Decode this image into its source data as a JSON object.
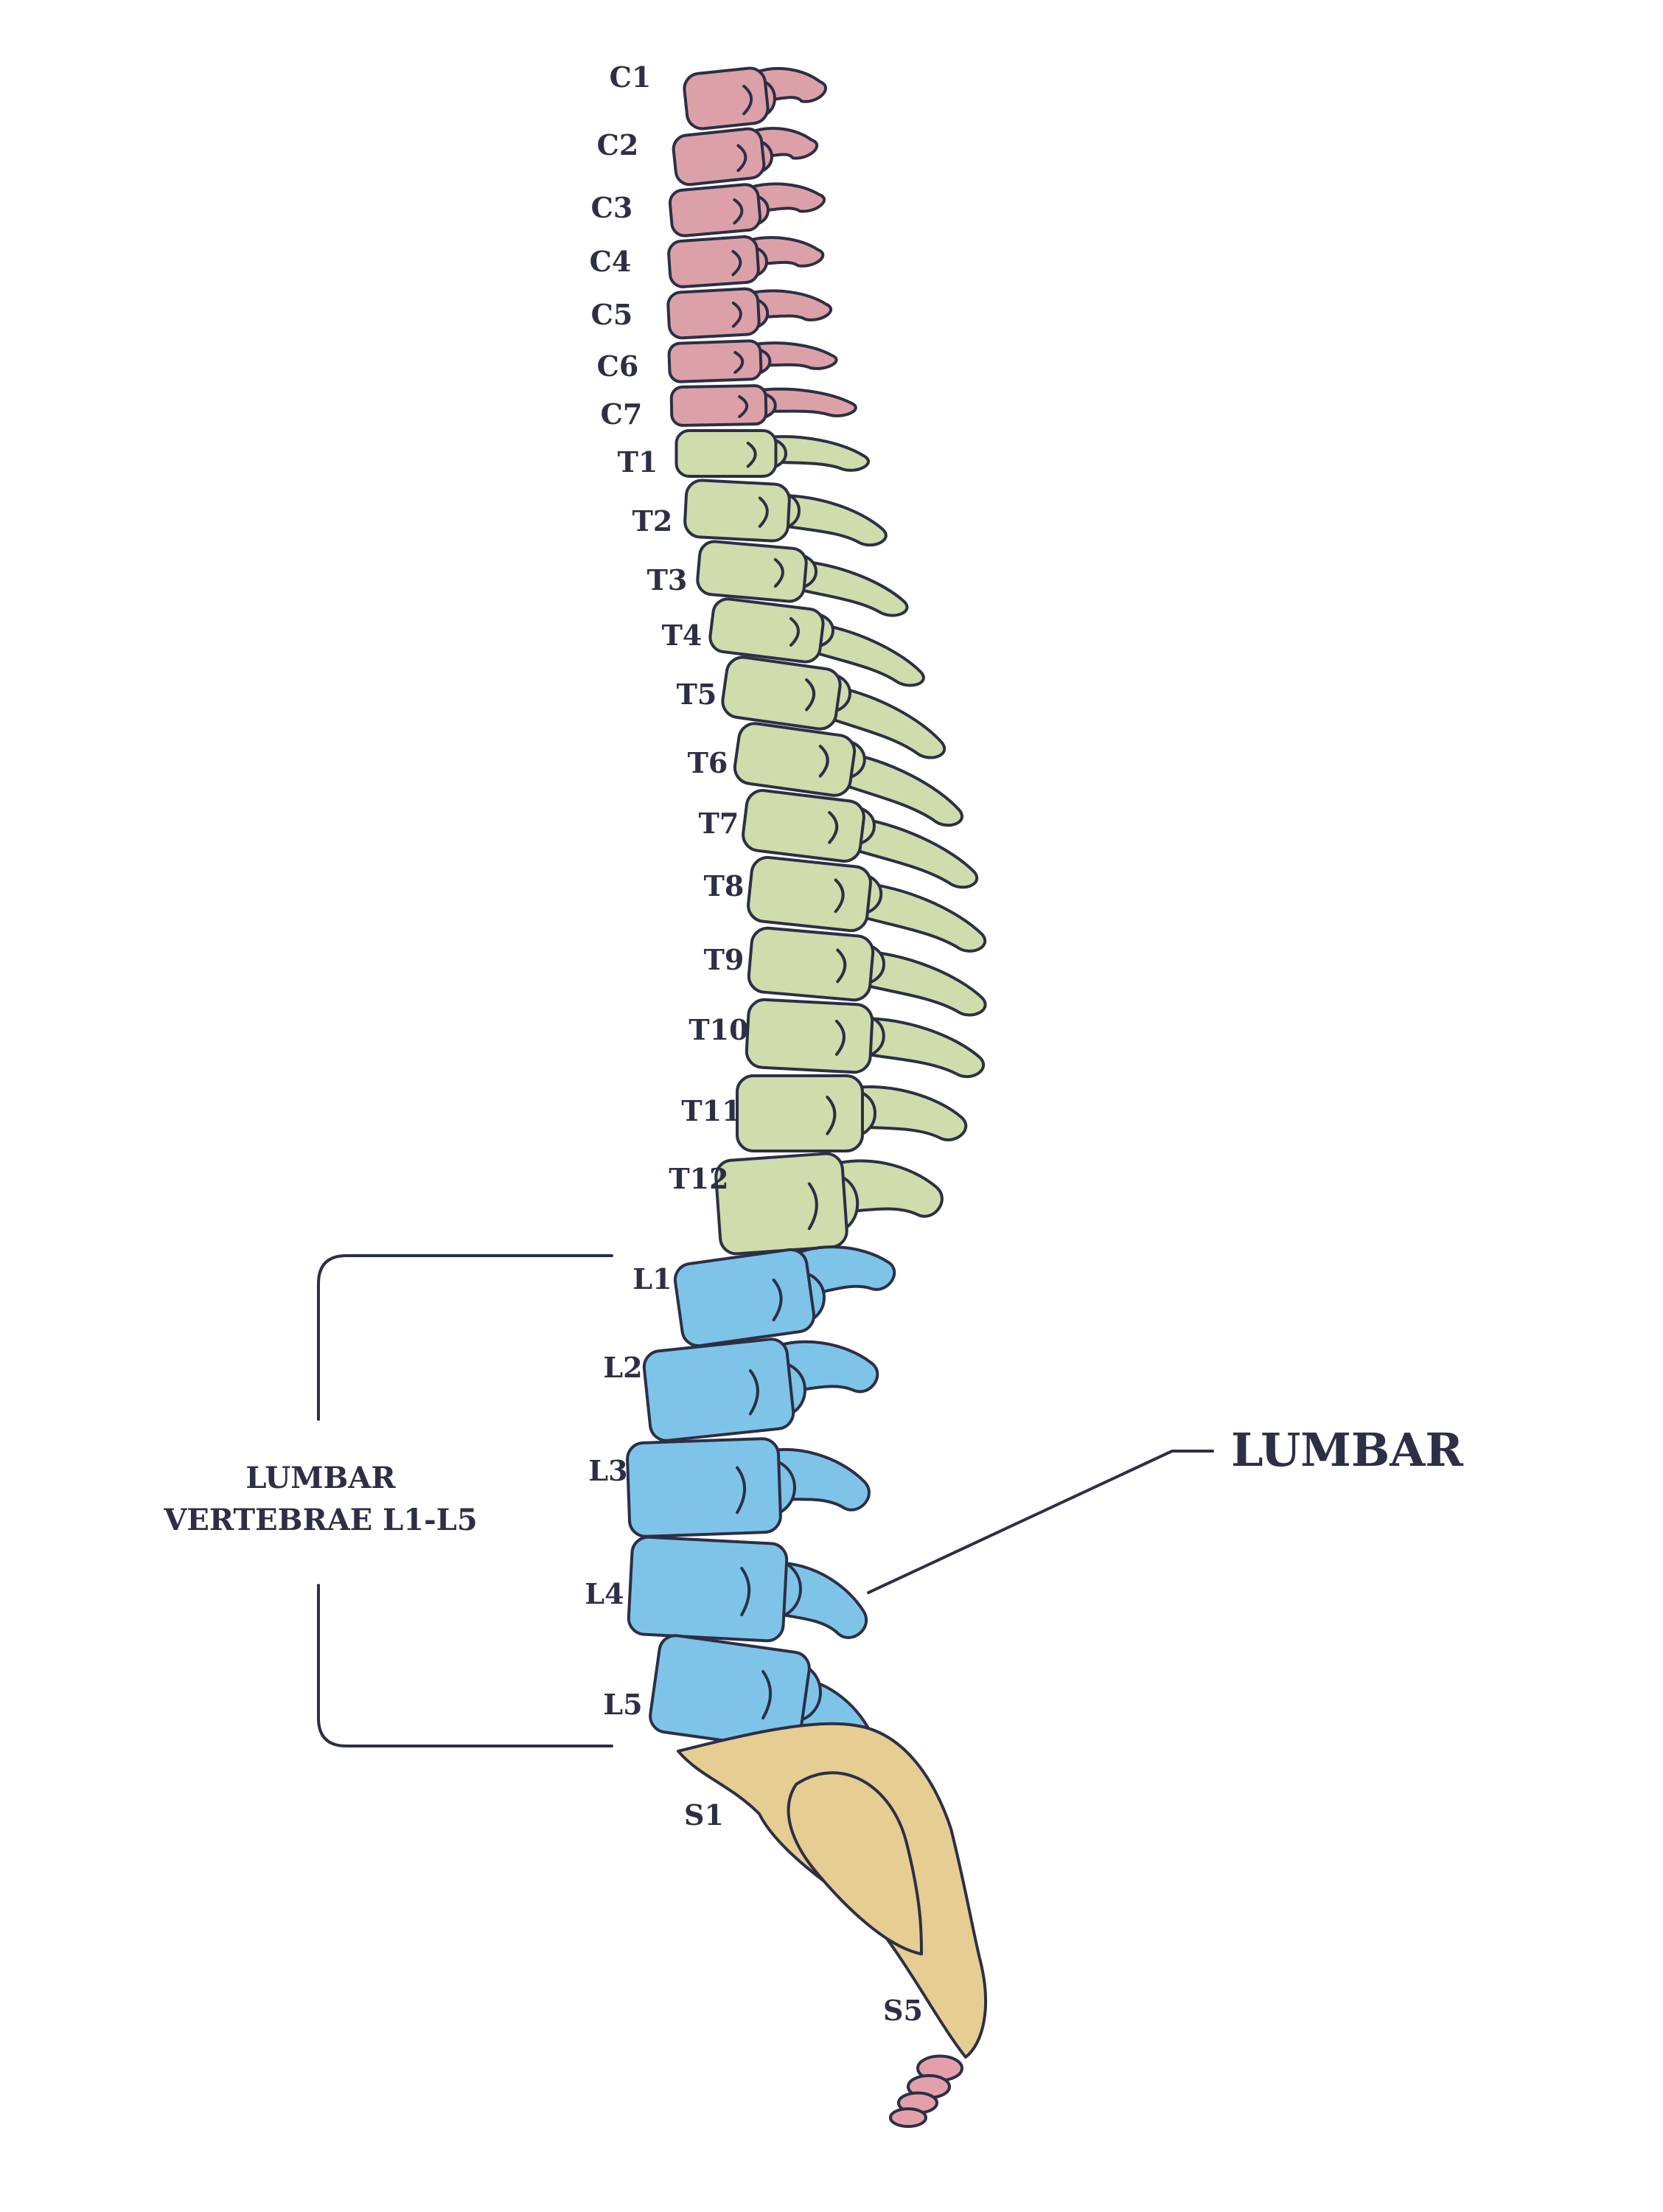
{
  "labels": {
    "cervical": [
      "C1",
      "C2",
      "C3",
      "C4",
      "C5",
      "C6",
      "C7"
    ],
    "thoracic": [
      "T1",
      "T2",
      "T3",
      "T4",
      "T5",
      "T6",
      "T7",
      "T8",
      "T9",
      "T10",
      "T11",
      "T12"
    ],
    "lumbar": [
      "L1",
      "L2",
      "L3",
      "L4",
      "L5"
    ],
    "sacral": [
      "S1",
      "S5"
    ]
  },
  "bracket": {
    "line1": "LUMBAR",
    "line2": "VERTEBRAE L1-L5"
  },
  "callout": {
    "label": "LUMBAR"
  },
  "colors": {
    "cervical": "#dca1a8",
    "thoracic": "#cfdcab",
    "lumbar": "#7ec4e9",
    "sacrum": "#e6cd92",
    "coccyx": "#e3a0aa",
    "outline": "#2c2f45"
  }
}
